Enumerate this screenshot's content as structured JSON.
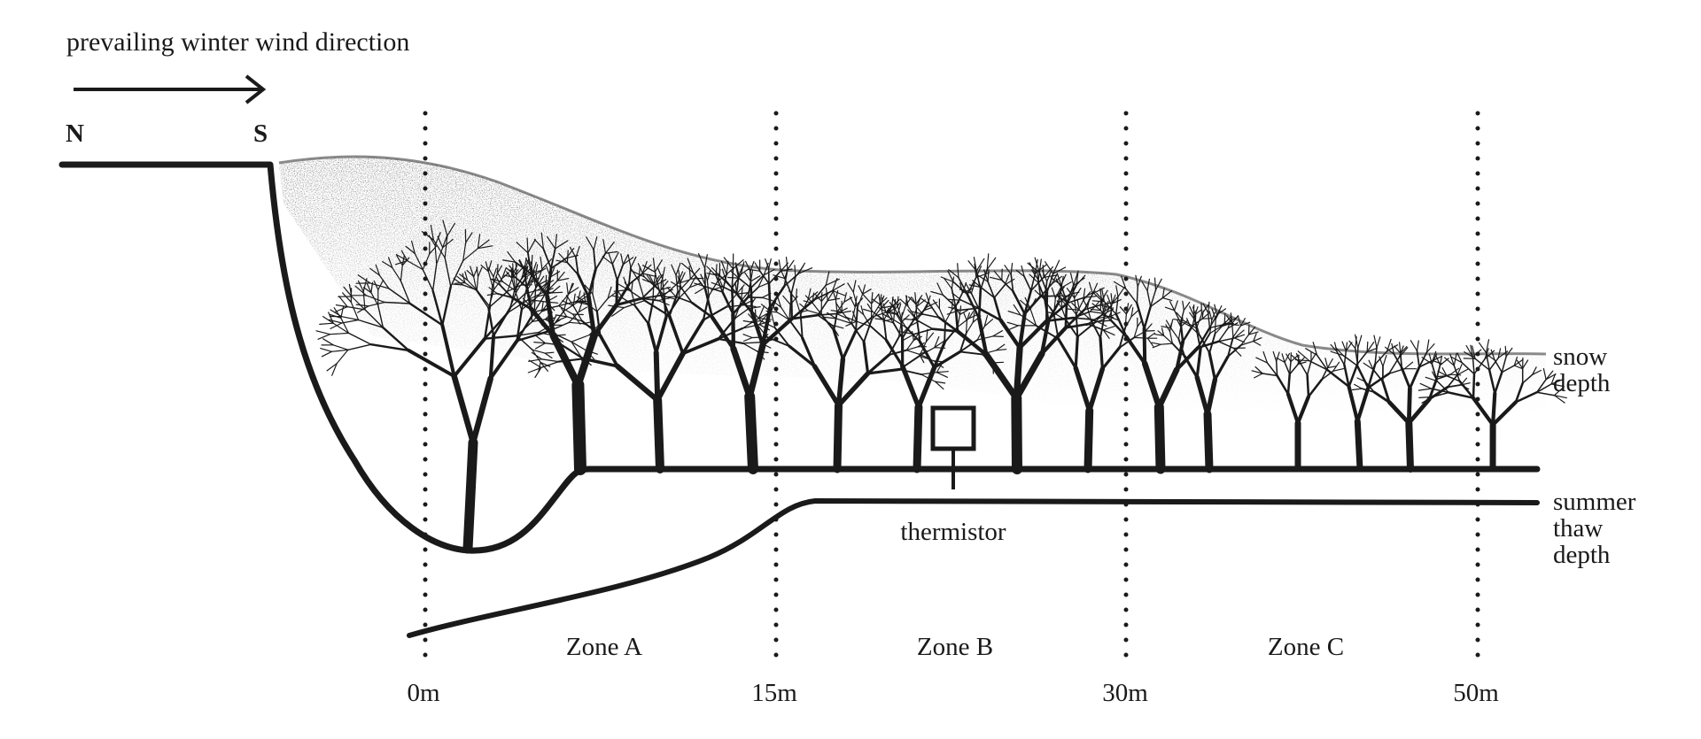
{
  "wind": {
    "label": "prevailing winter wind direction",
    "north": "N",
    "south": "S"
  },
  "zones": [
    {
      "label": "Zone A"
    },
    {
      "label": "Zone B"
    },
    {
      "label": "Zone C"
    }
  ],
  "distance_ticks": [
    "0m",
    "15m",
    "30m",
    "50m"
  ],
  "snow_label": {
    "line1": "snow",
    "line2": "depth"
  },
  "thaw_label": {
    "line1": "summer",
    "line2": "thaw",
    "line3": "depth"
  },
  "thermistor_label": "thermistor",
  "colors": {
    "ink": "#1a1a1a",
    "snow": "#1a1a1a",
    "background": "#ffffff"
  }
}
